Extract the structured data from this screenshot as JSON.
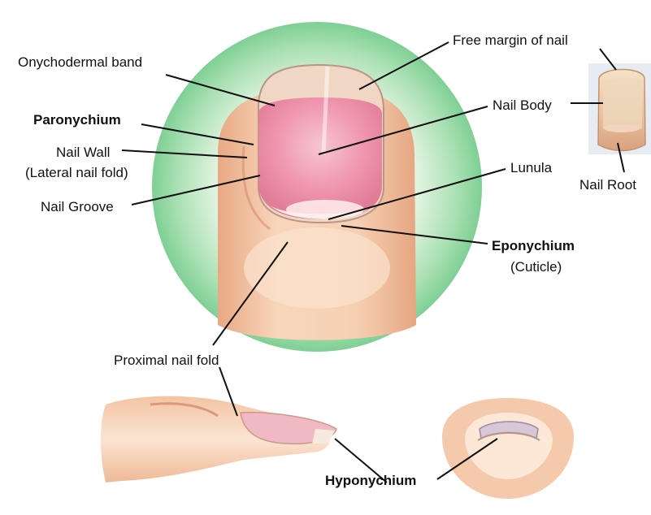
{
  "diagram": {
    "labels": {
      "onychodermal_band": "Onychodermal band",
      "paronychium": "Paronychium",
      "nail_wall": "Nail Wall",
      "lateral_nail_fold": "(Lateral nail fold)",
      "nail_groove": "Nail Groove",
      "free_margin": "Free margin of nail",
      "nail_body": "Nail Body",
      "lunula": "Lunula",
      "eponychium": "Eponychium",
      "cuticle": "(Cuticle)",
      "nail_root": "Nail Root",
      "proximal_nail_fold": "Proximal nail fold",
      "hyponychium": "Hyponychium"
    },
    "colors": {
      "skin": "#f6cfb0",
      "skin_shade": "#e9a987",
      "nail_pink": "#f2a0b6",
      "nail_edge": "#c8a08a",
      "halo_green": "#8fd6a0",
      "halo_light": "#eaf7ea",
      "leader_line": "#111111"
    }
  }
}
